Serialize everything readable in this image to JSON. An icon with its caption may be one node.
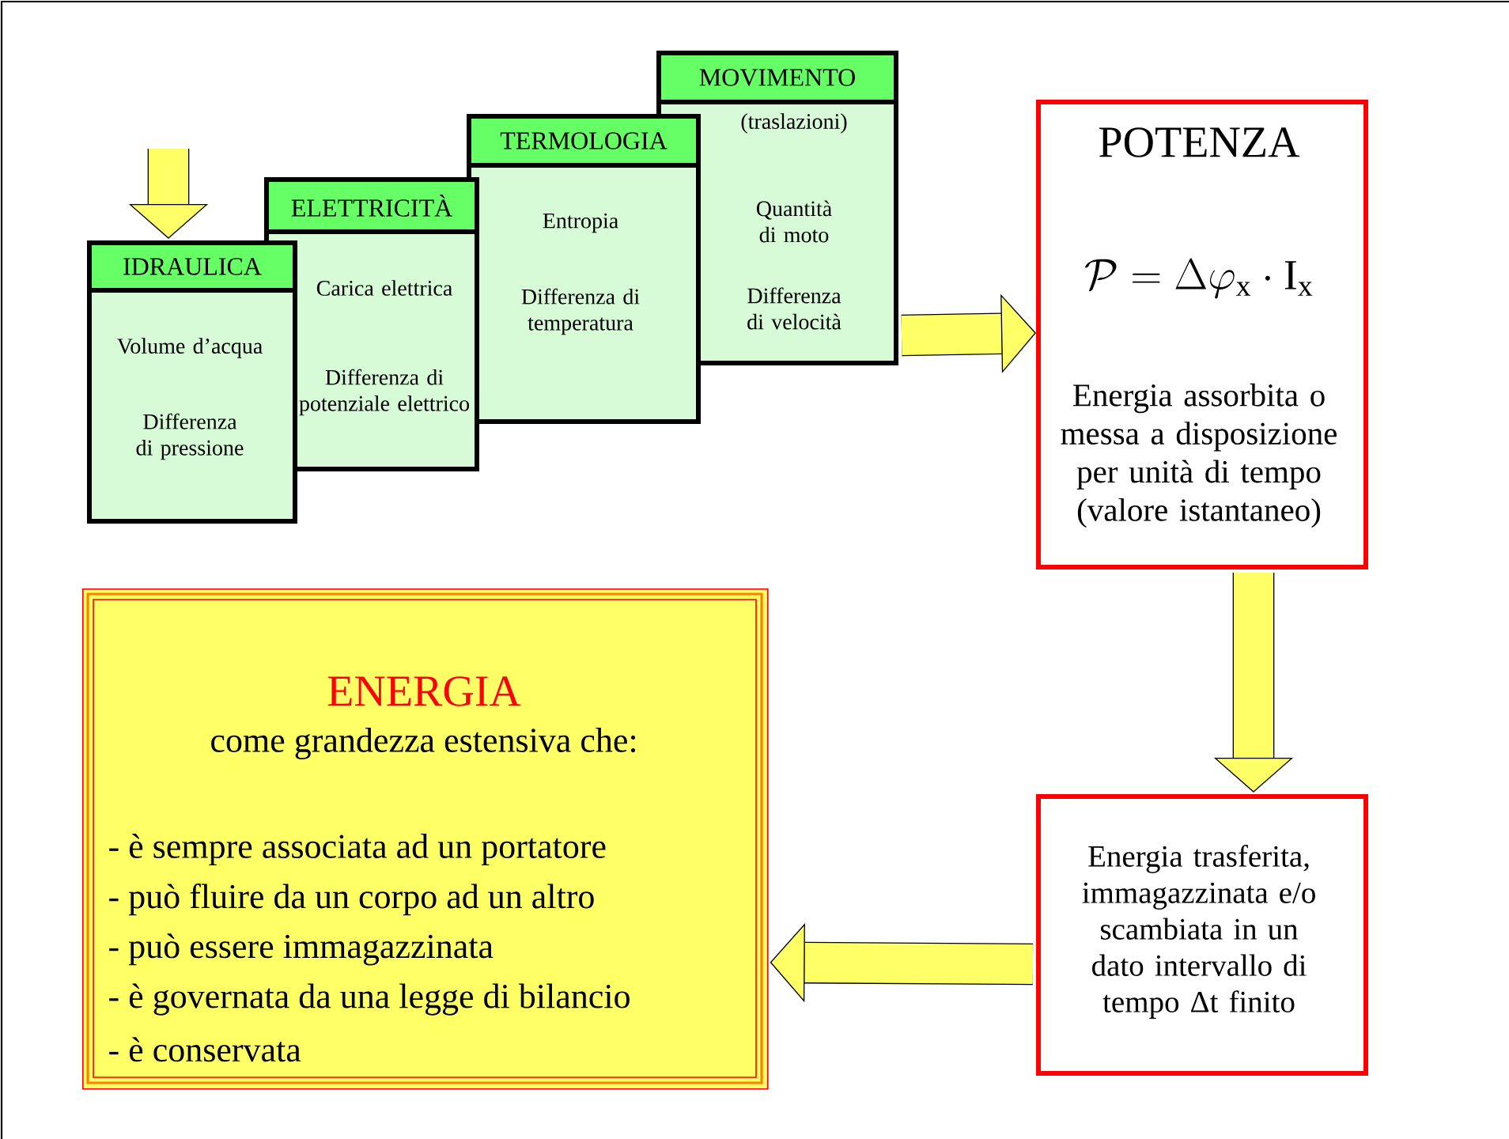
{
  "diagram": {
    "nodes": [
      {
        "text": [
          "IDRAULICA",
          "Volume d’acqua",
          "Differenza di pressione"
        ]
      },
      {
        "text": [
          "ELETTRICITÀ",
          "Carica elettrica",
          "Differenza di potenziale elettrico"
        ]
      },
      {
        "text": [
          "TERMOLOGIA",
          "Entropia",
          "Differenza di temperatura"
        ]
      },
      {
        "text": [
          "MOVIMENTO",
          "(traslazioni)",
          "Quantità di moto",
          "Differenza di velocità"
        ]
      },
      {
        "text": [
          "POTENZA",
          "\\mathcal{P} = \\Delta\\varphi_{\\mathrm{x}} \\cdot \\mathrm{I}_{\\mathrm{x}}",
          "Energia assorbita o messa a disposizione per unità di tempo (valore istantaneo)"
        ]
      },
      {
        "text": [
          "Energia trasferita, immagazzinata e/o scambiata in un dato intervallo di tempo Δt finito"
        ]
      },
      {
        "text": [
          "ENERGIA",
          "come grandezza estensiva che:",
          "- è sempre associata ad un portatore",
          "- può fluire da un corpo ad un altro",
          "- può essere immagazzinata",
          "- è governata da una legge di bilancio",
          "- è conservata"
        ]
      }
    ],
    "edges": [
      {
        "from": null,
        "to": 0,
        "arrow": "to"
      },
      {
        "from": 3,
        "to": 4,
        "arrow": "to"
      },
      {
        "from": 4,
        "to": 5,
        "arrow": "to"
      },
      {
        "from": 5,
        "to": 6,
        "arrow": "to"
      }
    ]
  }
}
